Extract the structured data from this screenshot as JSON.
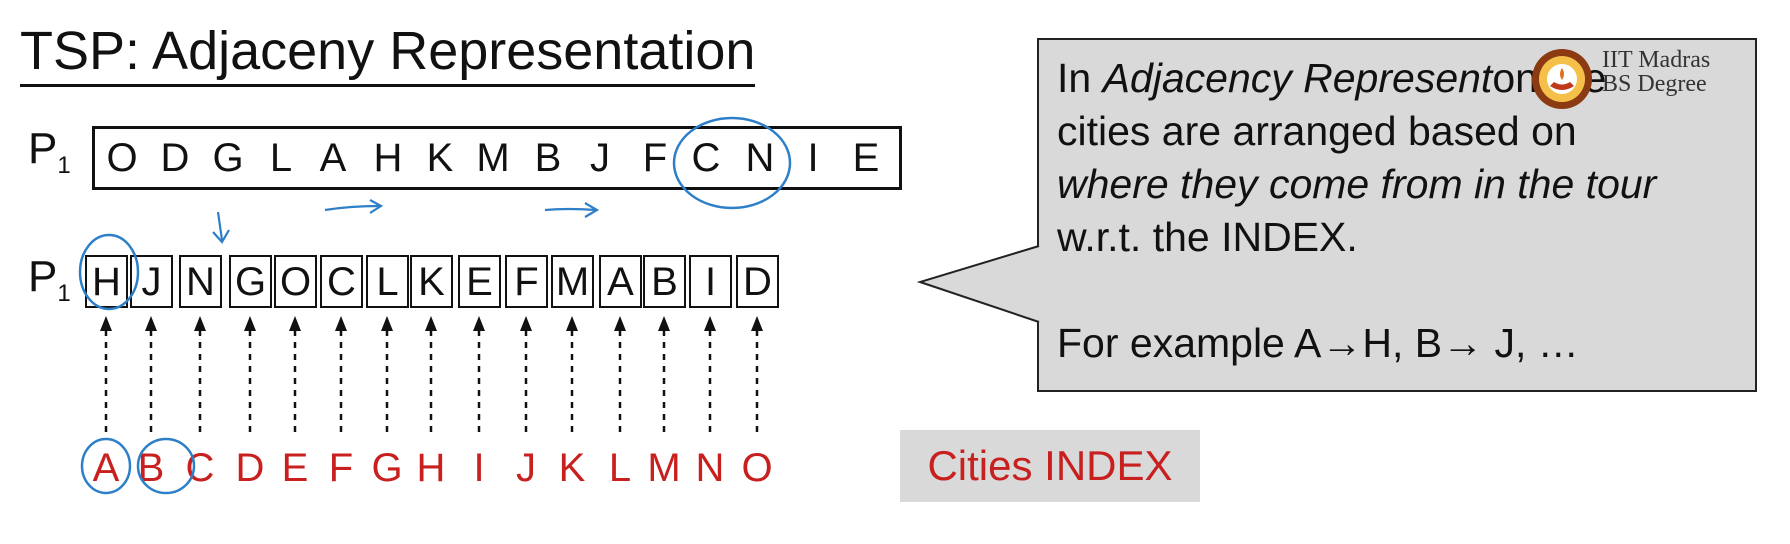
{
  "slide": {
    "title": "TSP: Adjaceny Representation",
    "row1_label": "P",
    "row1_sub": "1",
    "row2_label": "P",
    "row2_sub": "1",
    "tour": [
      "O",
      "D",
      "G",
      "L",
      "A",
      "H",
      "K",
      "M",
      "B",
      "J",
      "F",
      "C",
      "N",
      "I",
      "E"
    ],
    "adjacency": [
      "H",
      "J",
      "N",
      "G",
      "O",
      "C",
      "L",
      "K",
      "E",
      "F",
      "M",
      "A",
      "B",
      "I",
      "D"
    ],
    "index": [
      "A",
      "B",
      "C",
      "D",
      "E",
      "F",
      "G",
      "H",
      "I",
      "J",
      "K",
      "L",
      "M",
      "N",
      "O"
    ],
    "index_label": "Cities INDEX",
    "callout": {
      "line1_prefix": "In ",
      "line1_italic": "Adjacency Represent",
      "line1_suffix": "on the",
      "line2": "cities are arranged based on",
      "line3_italic": "where they come from in the tour",
      "line4": "w.r.t. the INDEX.",
      "line5": "For example A→H, B→ J, …"
    },
    "logo": {
      "line1": "IIT Madras",
      "line2": "BS Degree"
    }
  },
  "colors": {
    "index_red": "#c8201f",
    "annotation_blue": "#2d7fc8",
    "callout_gray": "#d9d9d9"
  }
}
